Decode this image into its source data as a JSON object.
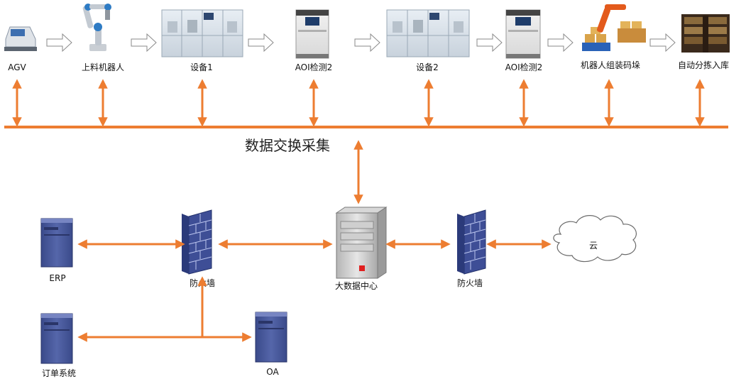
{
  "colors": {
    "orange": "#ED7D31",
    "server_blue": "#4A5A9A",
    "firewall_blue": "#3E4E96"
  },
  "production_line": {
    "stations": [
      {
        "label": "AGV",
        "icon": "agv-cart-icon"
      },
      {
        "label": "上料机器人",
        "icon": "robot-arm-icon"
      },
      {
        "label": "设备1",
        "icon": "machine-icon"
      },
      {
        "label": "AOI检测2",
        "icon": "aoi-inspection-icon"
      },
      {
        "label": "设备2",
        "icon": "machine-icon"
      },
      {
        "label": "AOI检测2",
        "icon": "aoi-inspection-icon"
      },
      {
        "label": "机器人组装码垛",
        "icon": "palletizing-robot-icon"
      },
      {
        "label": "自动分拣入库",
        "icon": "warehouse-icon"
      }
    ]
  },
  "bus": {
    "label": "数据交换采集"
  },
  "network": {
    "erp": {
      "label": "ERP"
    },
    "firewall_left": {
      "label": "防火墙"
    },
    "bigdata": {
      "label": "大数据中心"
    },
    "firewall_right": {
      "label": "防火墙"
    },
    "cloud": {
      "label": "云"
    },
    "order": {
      "label": "订单系统"
    },
    "oa": {
      "label": "OA"
    }
  }
}
